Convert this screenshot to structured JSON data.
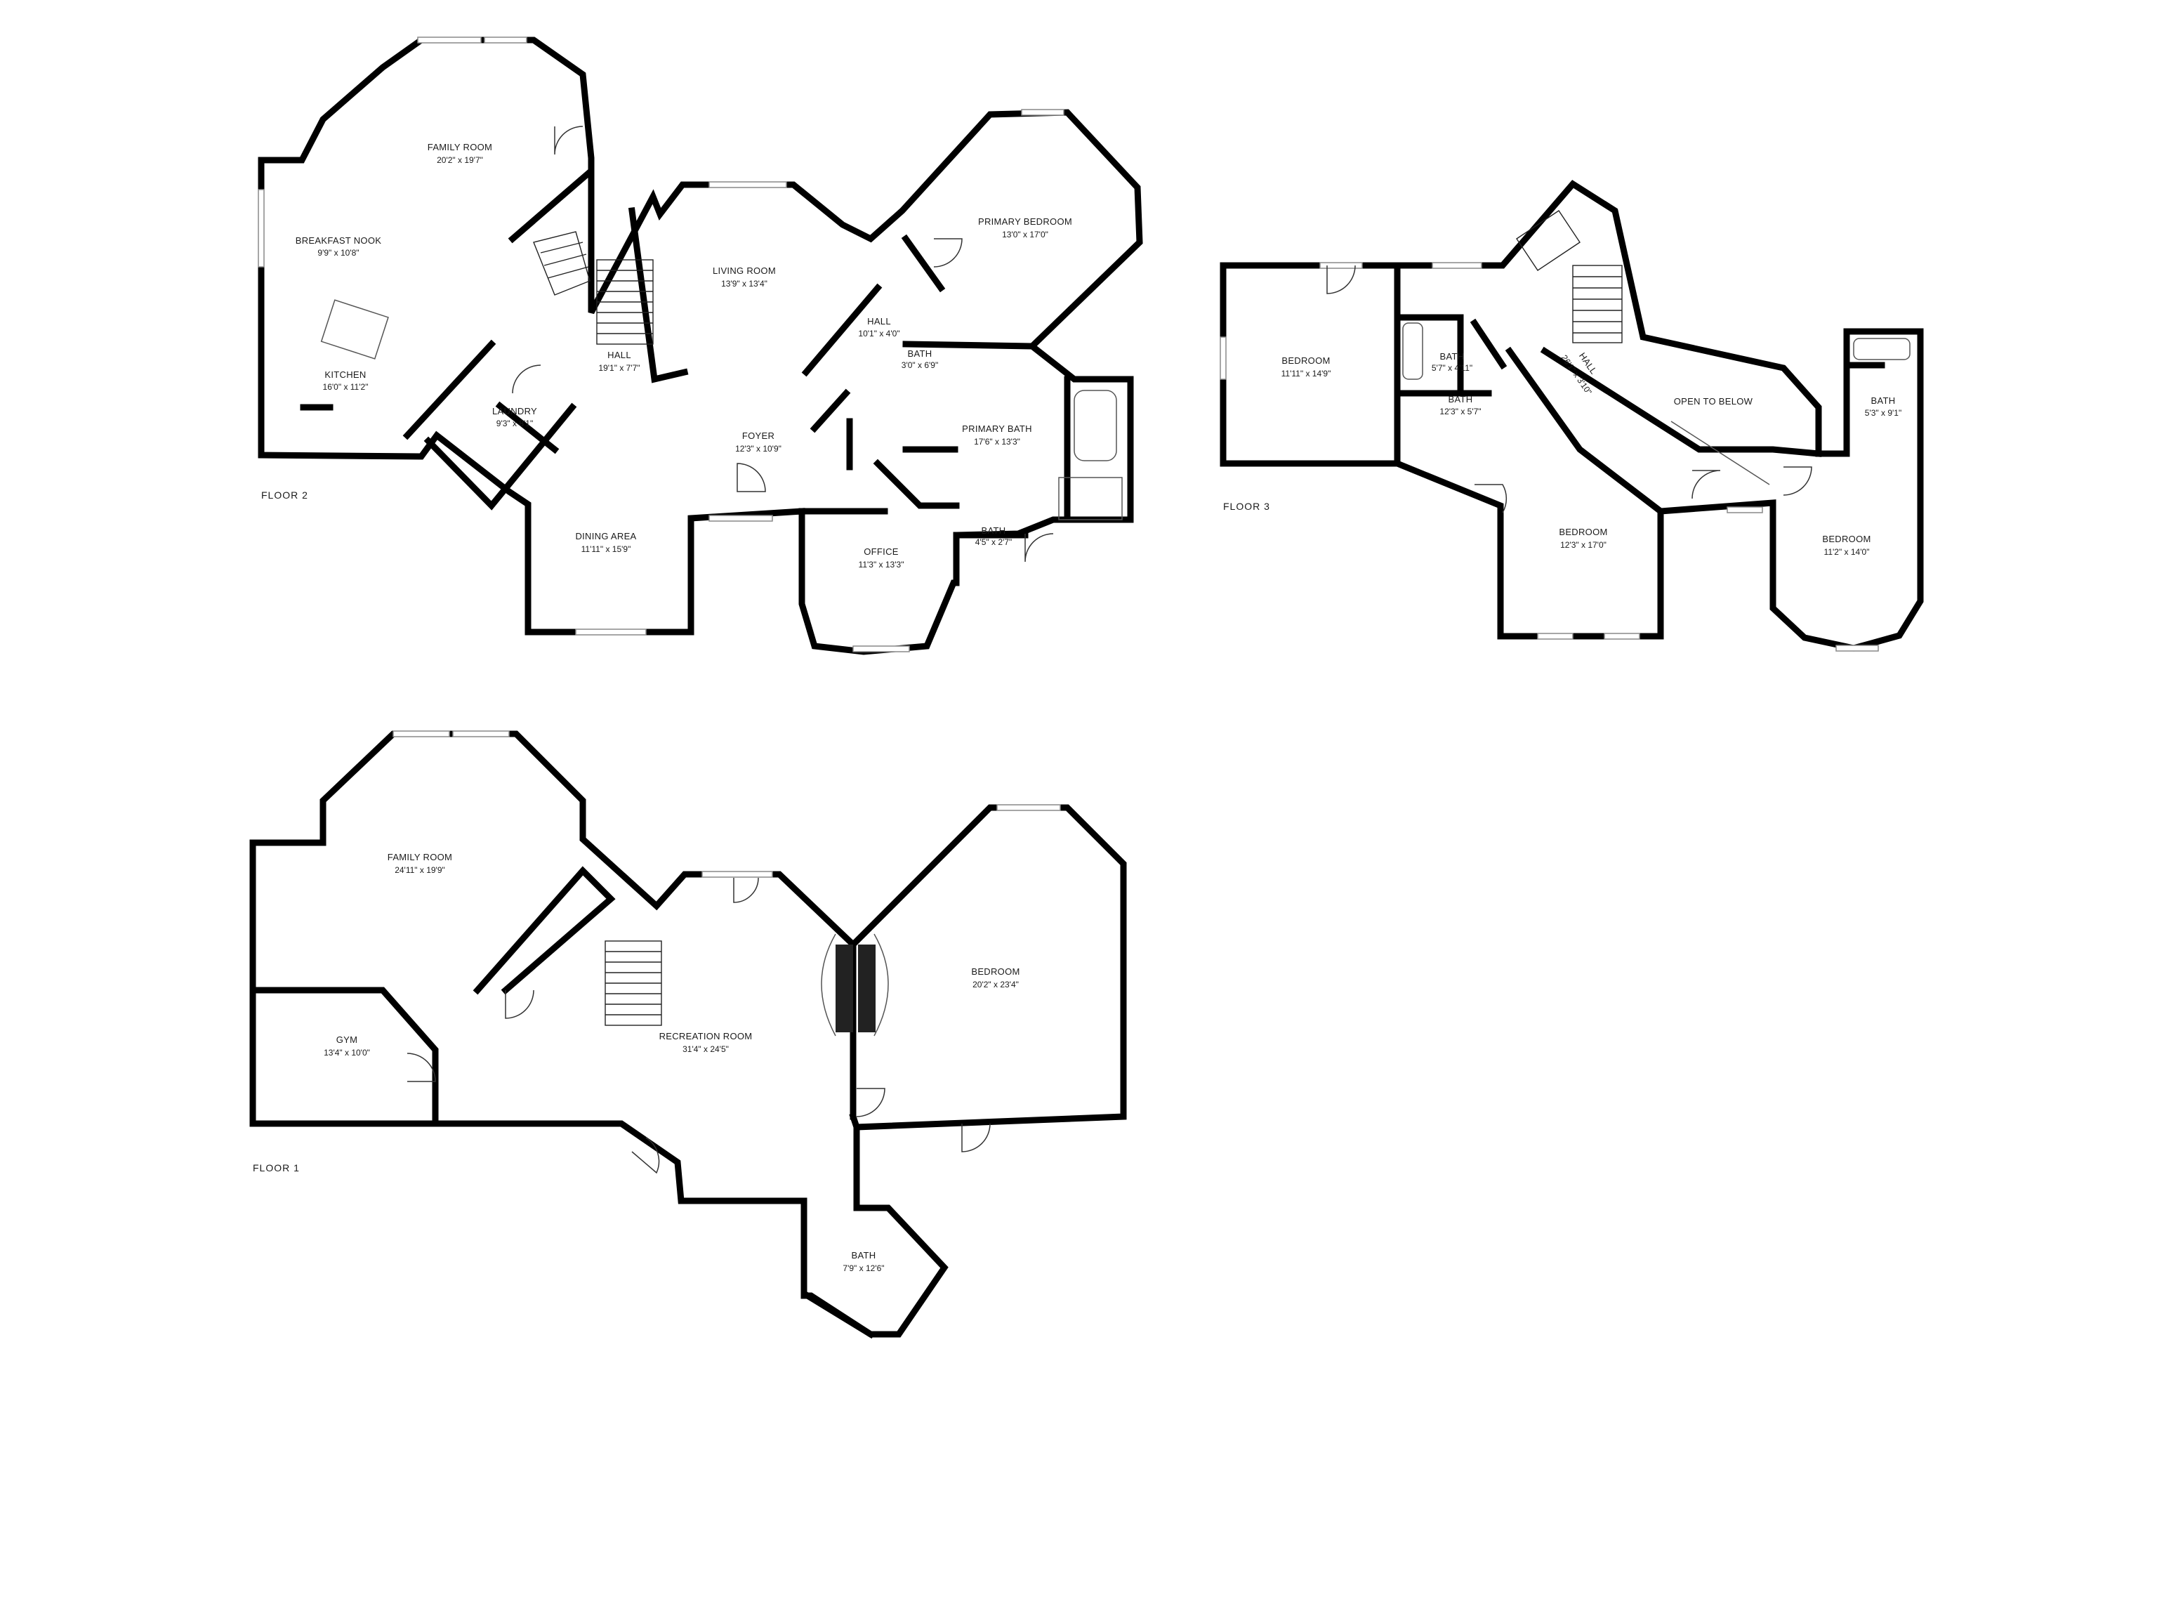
{
  "floors": [
    {
      "label": "FLOOR 2",
      "rooms": [
        {
          "id": "f2-family-room",
          "name": "FAMILY ROOM",
          "dim": "20'2\" x 19'7\""
        },
        {
          "id": "f2-breakfast-nook",
          "name": "BREAKFAST NOOK",
          "dim": "9'9\" x 10'8\""
        },
        {
          "id": "f2-kitchen",
          "name": "KITCHEN",
          "dim": "16'0\" x 11'2\""
        },
        {
          "id": "f2-hall",
          "name": "HALL",
          "dim": "19'1\" x 7'7\""
        },
        {
          "id": "f2-laundry",
          "name": "LAUNDRY",
          "dim": "9'3\" x 8'1\""
        },
        {
          "id": "f2-living-room",
          "name": "LIVING ROOM",
          "dim": "13'9\" x 13'4\""
        },
        {
          "id": "f2-hall-small",
          "name": "HALL",
          "dim": "10'1\" x 4'0\""
        },
        {
          "id": "f2-bath",
          "name": "BATH",
          "dim": "3'0\" x 6'9\""
        },
        {
          "id": "f2-primary-bedroom",
          "name": "PRIMARY BEDROOM",
          "dim": "13'0\" x 17'0\""
        },
        {
          "id": "f2-primary-bath",
          "name": "PRIMARY BATH",
          "dim": "17'6\" x 13'3\""
        },
        {
          "id": "f2-foyer",
          "name": "FOYER",
          "dim": "12'3\" x 10'9\""
        },
        {
          "id": "f2-dining-area",
          "name": "DINING AREA",
          "dim": "11'11\" x 15'9\""
        },
        {
          "id": "f2-office",
          "name": "OFFICE",
          "dim": "11'3\" x 13'3\""
        },
        {
          "id": "f2-bath-small",
          "name": "BATH",
          "dim": "4'5\" x 2'7\""
        }
      ]
    },
    {
      "label": "FLOOR 3",
      "rooms": [
        {
          "id": "f3-bedroom-1",
          "name": "BEDROOM",
          "dim": "11'11\" x 14'9\""
        },
        {
          "id": "f3-bath-1",
          "name": "BATH",
          "dim": "5'7\" x 4'11\""
        },
        {
          "id": "f3-bath-2",
          "name": "BATH",
          "dim": "12'3\" x 5'7\""
        },
        {
          "id": "f3-hall",
          "name": "HALL",
          "dim": "26'1\" x 3'10\""
        },
        {
          "id": "f3-open-to-below",
          "name": "OPEN TO BELOW",
          "dim": ""
        },
        {
          "id": "f3-bath-3",
          "name": "BATH",
          "dim": "5'3\" x 9'1\""
        },
        {
          "id": "f3-bedroom-2",
          "name": "BEDROOM",
          "dim": "12'3\" x 17'0\""
        },
        {
          "id": "f3-bedroom-3",
          "name": "BEDROOM",
          "dim": "11'2\" x 14'0\""
        }
      ]
    },
    {
      "label": "FLOOR 1",
      "rooms": [
        {
          "id": "f1-family-room",
          "name": "FAMILY ROOM",
          "dim": "24'11\" x 19'9\""
        },
        {
          "id": "f1-gym",
          "name": "GYM",
          "dim": "13'4\" x 10'0\""
        },
        {
          "id": "f1-recreation-room",
          "name": "RECREATION ROOM",
          "dim": "31'4\" x 24'5\""
        },
        {
          "id": "f1-bedroom",
          "name": "BEDROOM",
          "dim": "20'2\" x 23'4\""
        },
        {
          "id": "f1-bath",
          "name": "BATH",
          "dim": "7'9\" x 12'6\""
        }
      ]
    }
  ]
}
